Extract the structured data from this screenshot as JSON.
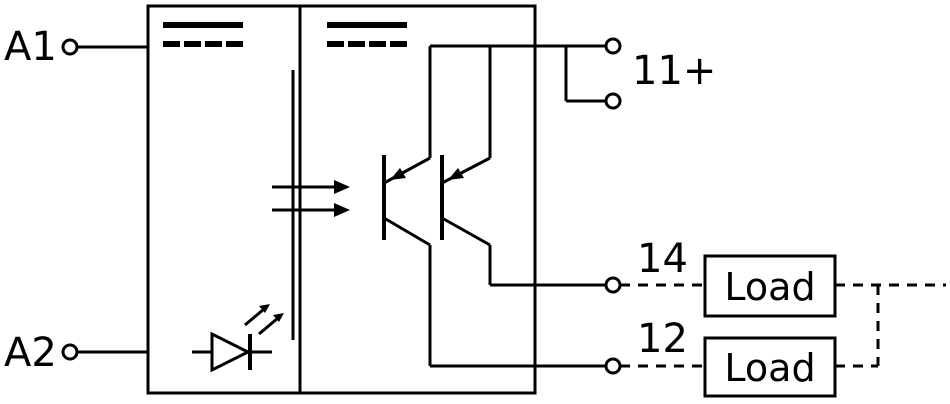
{
  "terminals": {
    "a1": "A1",
    "a2": "A2",
    "t11": "11+",
    "t14": "14",
    "t12": "12"
  },
  "loads": {
    "load1": "Load",
    "load2": "Load"
  }
}
